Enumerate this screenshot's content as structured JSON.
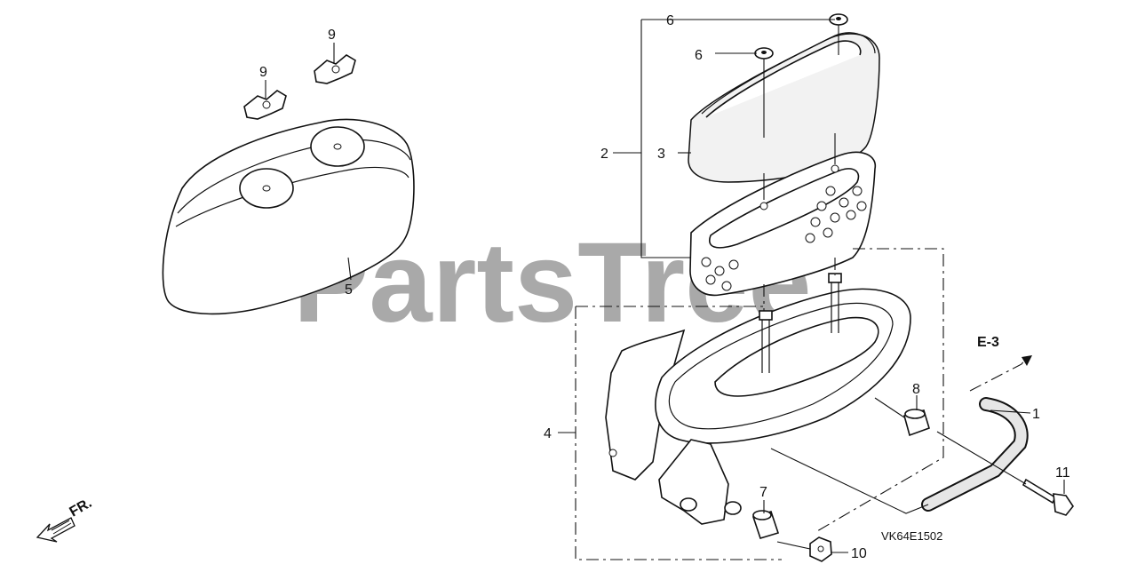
{
  "diagram": {
    "watermark": "PartsTree",
    "drawing_code": "VK64E1502",
    "reference": "E-3",
    "direction_marker": "FR.",
    "callouts": [
      "1",
      "2",
      "3",
      "4",
      "5",
      "6",
      "6",
      "7",
      "8",
      "9",
      "9",
      "10",
      "11"
    ]
  },
  "colors": {
    "line": "#111111",
    "watermark": "#9a9a9a",
    "background": "#ffffff"
  }
}
